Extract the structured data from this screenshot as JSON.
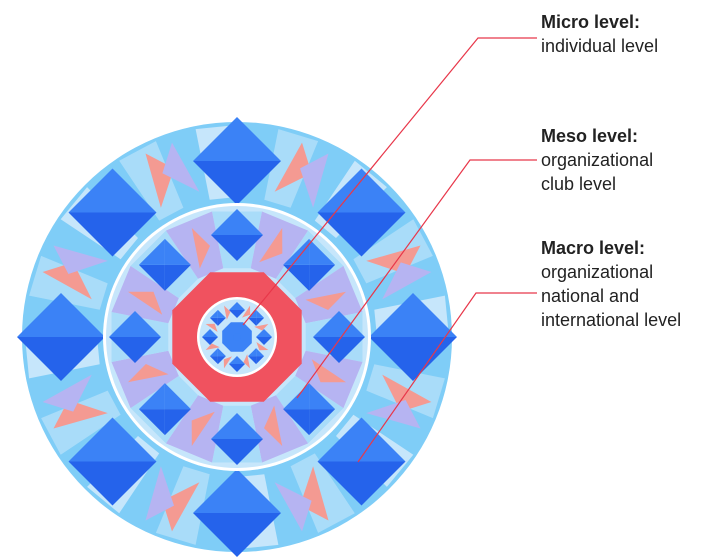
{
  "labels": {
    "micro": {
      "heading": "Micro level:",
      "lines": [
        "individual level"
      ]
    },
    "meso": {
      "heading": "Meso level:",
      "lines": [
        "organizational",
        "club level"
      ]
    },
    "macro": {
      "heading": "Macro level:",
      "lines": [
        "organizational",
        "national and",
        "international level"
      ]
    }
  },
  "colors": {
    "outer_bg": "#7fcdf7",
    "light_blue": "#a9dcf9",
    "pale_blue": "#c6e6fb",
    "deep_blue": "#2563eb",
    "mid_blue": "#3b82f6",
    "lavender": "#b6b4f2",
    "salmon": "#f49a92",
    "red": "#f0525f",
    "ring_white": "#ffffff",
    "leader_line": "#e8374a"
  }
}
